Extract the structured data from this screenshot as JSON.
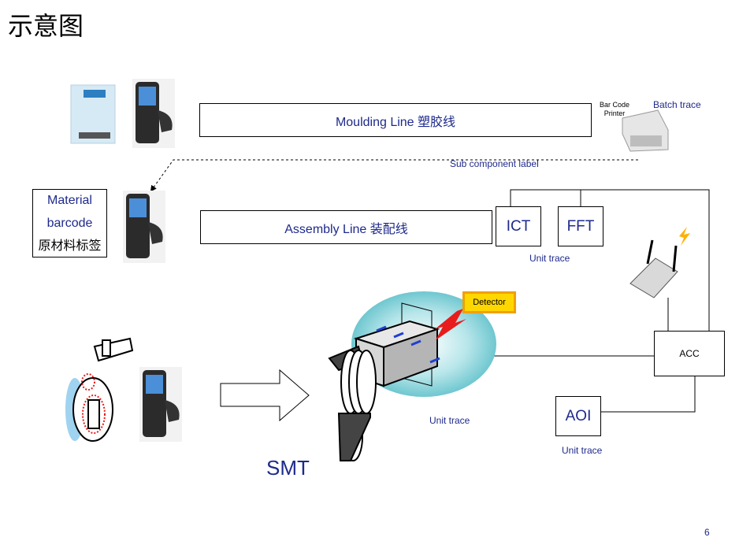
{
  "page": {
    "title": "示意图",
    "page_number": "6"
  },
  "lines": {
    "moulding": "Moulding Line 塑胶线",
    "assembly": "Assembly Line 装配线",
    "smt": "SMT"
  },
  "material_label": {
    "line1": "Material",
    "line2": "barcode",
    "line3": "原材料标签"
  },
  "stations": {
    "ict": "ICT",
    "fft": "FFT",
    "aoi": "AOI",
    "acc": "ACC",
    "detector": "Detector"
  },
  "printer": {
    "label_line1": "Bar Code",
    "label_line2": "Printer"
  },
  "annotations": {
    "batch_trace": "Batch trace",
    "sub_component_label": "Sub component label",
    "unit_trace_assembly": "Unit trace",
    "unit_trace_smt": "Unit trace",
    "unit_trace_aoi": "Unit trace"
  },
  "colors": {
    "navy_text": "#1e2a8c",
    "detector_fill": "#ffd700",
    "detector_border": "#f0a000",
    "signal_red": "#e81c1c",
    "cloud": "#63c6cf",
    "marker_blue": "#1f3fd0"
  }
}
